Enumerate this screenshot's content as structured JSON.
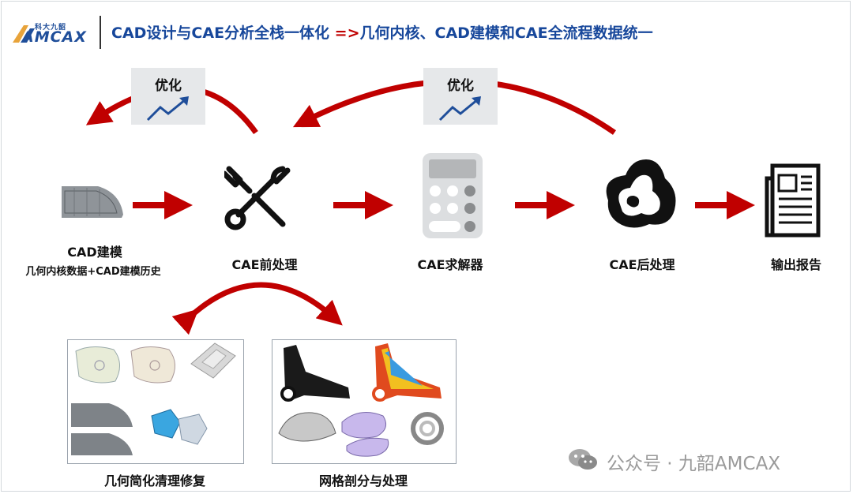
{
  "header": {
    "logo_cn": "科大九韶",
    "logo_en": "AMCAX",
    "title_part1": "CAD设计与CAE分析全栈一体化 ",
    "title_arrow": "=>",
    "title_part2": "几何内核、CAD建模和CAE全流程数据统一"
  },
  "feedback": [
    {
      "label": "优化"
    },
    {
      "label": "优化"
    }
  ],
  "stages": [
    {
      "label": "CAD建模",
      "sublabel": "几何内核数据+CAD建模历史"
    },
    {
      "label": "CAE前处理"
    },
    {
      "label": "CAE求解器"
    },
    {
      "label": "CAE后处理"
    },
    {
      "label": "输出报告"
    }
  ],
  "panels": [
    {
      "caption": "几何简化清理修复"
    },
    {
      "caption": "网格剖分与处理"
    }
  ],
  "watermark": {
    "text": "公众号 · 九韶AMCAX"
  },
  "colors": {
    "arrow": "#c00000",
    "title": "#17479b",
    "icon": "#111111"
  }
}
